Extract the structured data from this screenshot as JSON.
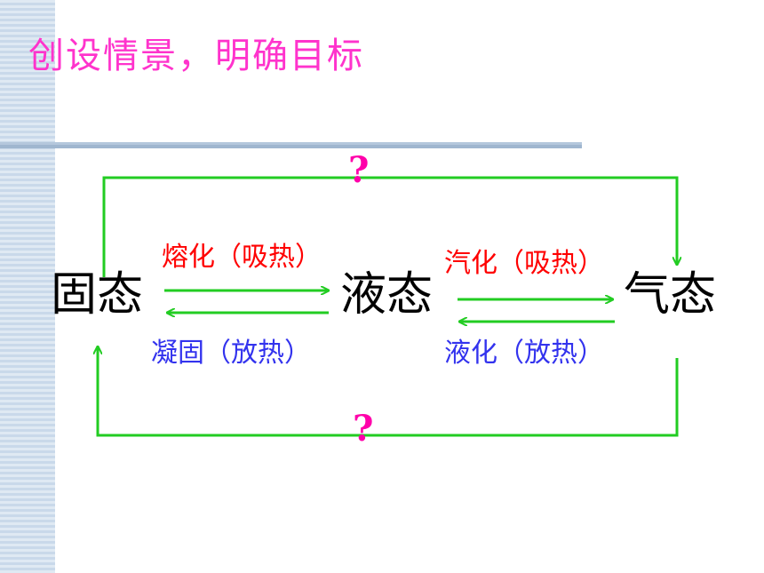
{
  "title": "创设情景，明确目标",
  "states": {
    "solid": "固态",
    "liquid": "液态",
    "gas": "气态"
  },
  "transitions": {
    "melting": "熔化（吸热）",
    "solidification": "凝固（放热）",
    "vaporization": "汽化（吸热）",
    "liquefaction": "液化（放热）",
    "top_unknown": "?",
    "bottom_unknown": "?"
  },
  "colors": {
    "title": "#ff33cc",
    "absorb_label": "#ff0000",
    "release_label": "#3333ee",
    "arrows": "#22cc22",
    "question": "#ff00aa"
  }
}
